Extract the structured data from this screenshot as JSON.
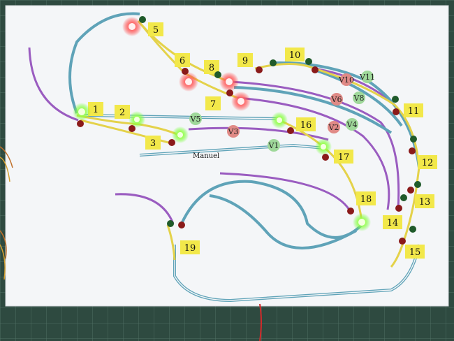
{
  "scene": {
    "labels": {
      "n1": "1",
      "n2": "2",
      "n3": "3",
      "n5": "5",
      "n6": "6",
      "n7": "7",
      "n8": "8",
      "n9": "9",
      "n10": "10",
      "n11": "11",
      "n12": "12",
      "n13": "13",
      "n14": "14",
      "n15": "15",
      "n16": "16",
      "n17": "17",
      "n18": "18",
      "n19": "19"
    },
    "signals": {
      "v1": "V1",
      "v2": "V2",
      "v3": "V3",
      "v4": "V4",
      "v5": "V5",
      "v6": "V6",
      "v8": "V8",
      "v10": "V10",
      "v11": "V11"
    },
    "manual_label": "Manuel",
    "colors": {
      "background_mat": "#2e4a40",
      "panel": "#f4f6f8",
      "track_blue": "#5fa3b8",
      "track_purple": "#9a5cc0",
      "track_yellow": "#e4d24a",
      "label_yellow": "#f2e84a",
      "led_red_on": "#ff4a4a",
      "led_green_on": "#8dff4a",
      "led_red_off": "#8a1a1a",
      "led_green_off": "#1f5a2a"
    }
  }
}
